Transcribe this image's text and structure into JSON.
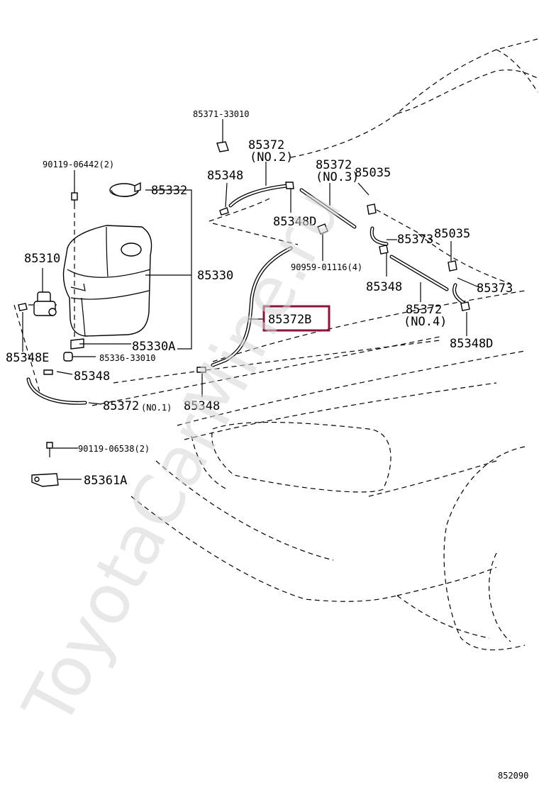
{
  "diagram": {
    "watermark": "ToyotaCarMine.ru",
    "figure_number": "852090",
    "highlighted_part": "85372B",
    "highlight_color": "#8b1538",
    "labels": {
      "p85371": "85371-33010",
      "p90119a": "90119-06442(2)",
      "p85372no2": "85372",
      "p85372no2sub": "(NO.2)",
      "p85372no3": "85372",
      "p85372no3sub": "(NO.3)",
      "p85348top": "85348",
      "p85332": "85332",
      "p85035a": "85035",
      "p85348Dmid": "85348D",
      "p85373a": "85373",
      "p85035b": "85035",
      "p85310": "85310",
      "p90959": "90959-01116(4)",
      "p85330": "85330",
      "p85348right": "85348",
      "p85373b": "85373",
      "p85372no4": "85372",
      "p85372no4sub": "(NO.4)",
      "p85372B": "85372B",
      "p85348E": "85348E",
      "p85330A": "85330A",
      "p85348Dright": "85348D",
      "p85336": "85336-33010",
      "p85348left": "85348",
      "p85372no1": "85372",
      "p85372no1sub": "(NO.1)",
      "p85348bottom": "85348",
      "p90119b": "90119-06538(2)",
      "p85361A": "85361A"
    }
  }
}
